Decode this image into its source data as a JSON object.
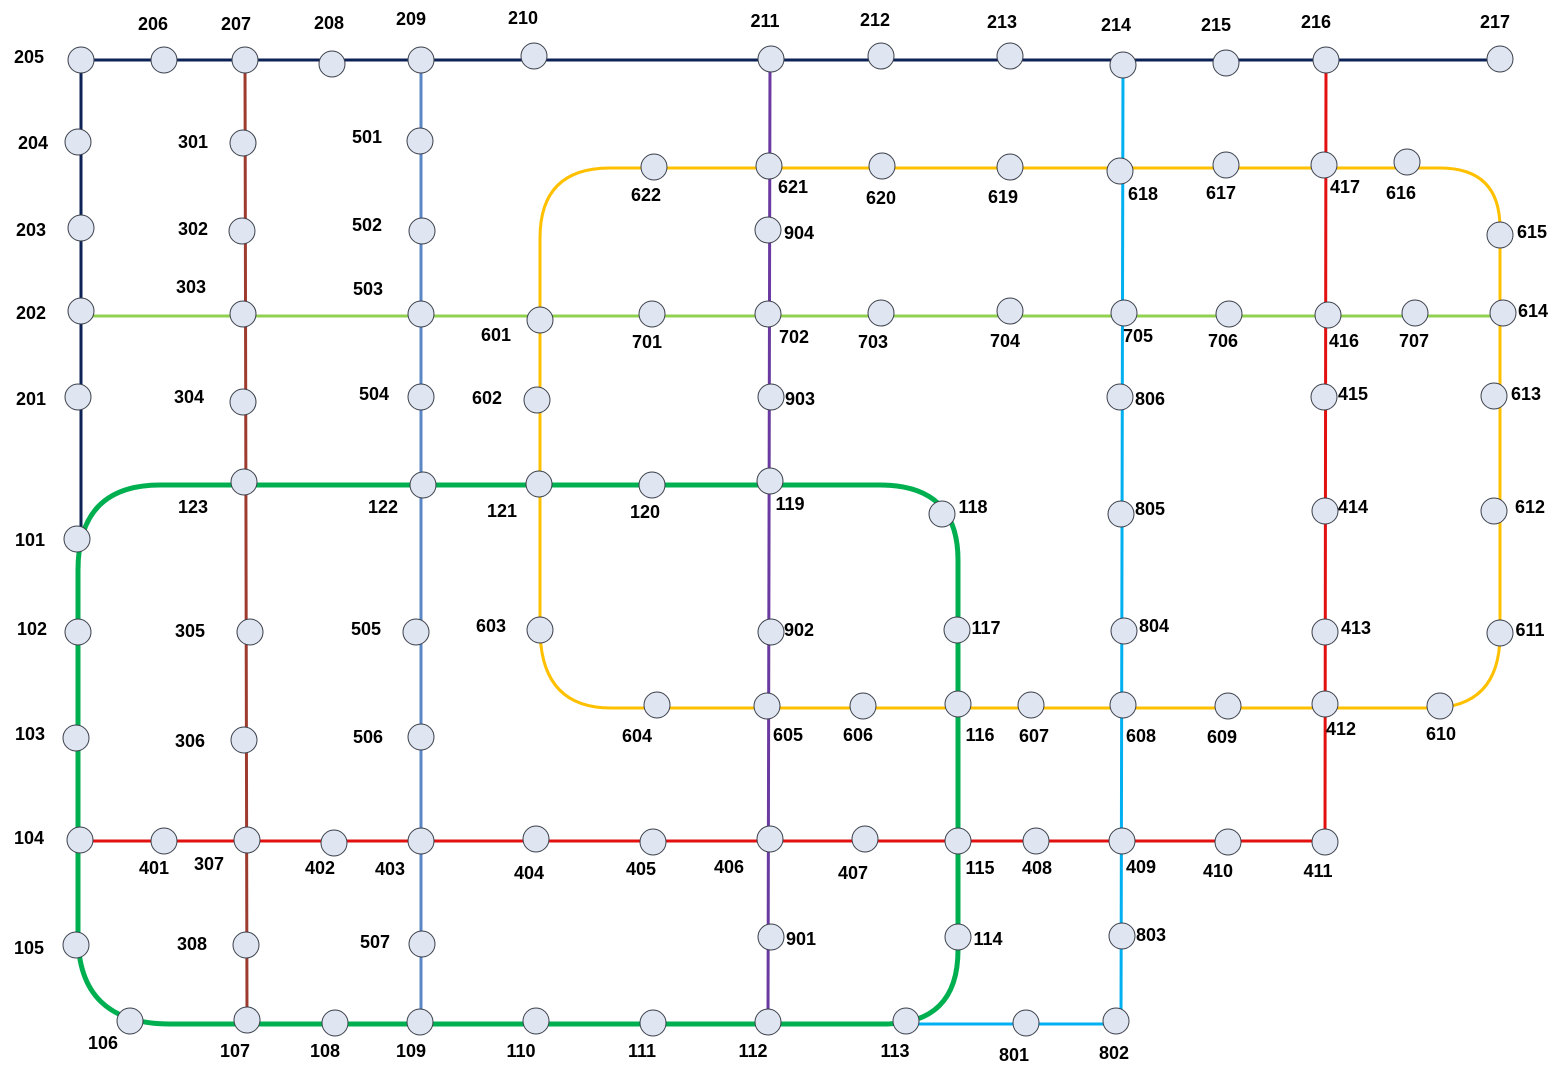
{
  "lines": [
    {
      "id": "line-200",
      "color": "#0d2255"
    },
    {
      "id": "line-300",
      "color": "#9e3b2f"
    },
    {
      "id": "line-500",
      "color": "#5b87c5"
    },
    {
      "id": "line-900",
      "color": "#6a3aa0"
    },
    {
      "id": "line-800",
      "color": "#00b0f0"
    },
    {
      "id": "line-400",
      "color": "#e31010"
    },
    {
      "id": "line-700",
      "color": "#92d050"
    },
    {
      "id": "line-600",
      "color": "#ffc000"
    },
    {
      "id": "line-100",
      "color": "#00b050"
    }
  ],
  "stations": [
    "101",
    "102",
    "103",
    "104",
    "105",
    "106",
    "107",
    "108",
    "109",
    "110",
    "111",
    "112",
    "113",
    "114",
    "115",
    "116",
    "117",
    "118",
    "119",
    "120",
    "121",
    "122",
    "123",
    "201",
    "202",
    "203",
    "204",
    "205",
    "206",
    "207",
    "208",
    "209",
    "210",
    "211",
    "212",
    "213",
    "214",
    "215",
    "216",
    "217",
    "301",
    "302",
    "303",
    "304",
    "305",
    "306",
    "307",
    "308",
    "401",
    "402",
    "403",
    "404",
    "405",
    "406",
    "407",
    "408",
    "409",
    "410",
    "411",
    "412",
    "413",
    "414",
    "415",
    "416",
    "417",
    "501",
    "502",
    "503",
    "504",
    "505",
    "506",
    "507",
    "601",
    "602",
    "603",
    "604",
    "605",
    "606",
    "607",
    "608",
    "609",
    "610",
    "611",
    "612",
    "613",
    "614",
    "615",
    "616",
    "617",
    "618",
    "619",
    "620",
    "621",
    "622",
    "701",
    "702",
    "703",
    "704",
    "705",
    "706",
    "707",
    "801",
    "802",
    "803",
    "804",
    "805",
    "806",
    "901",
    "902",
    "903",
    "904"
  ]
}
